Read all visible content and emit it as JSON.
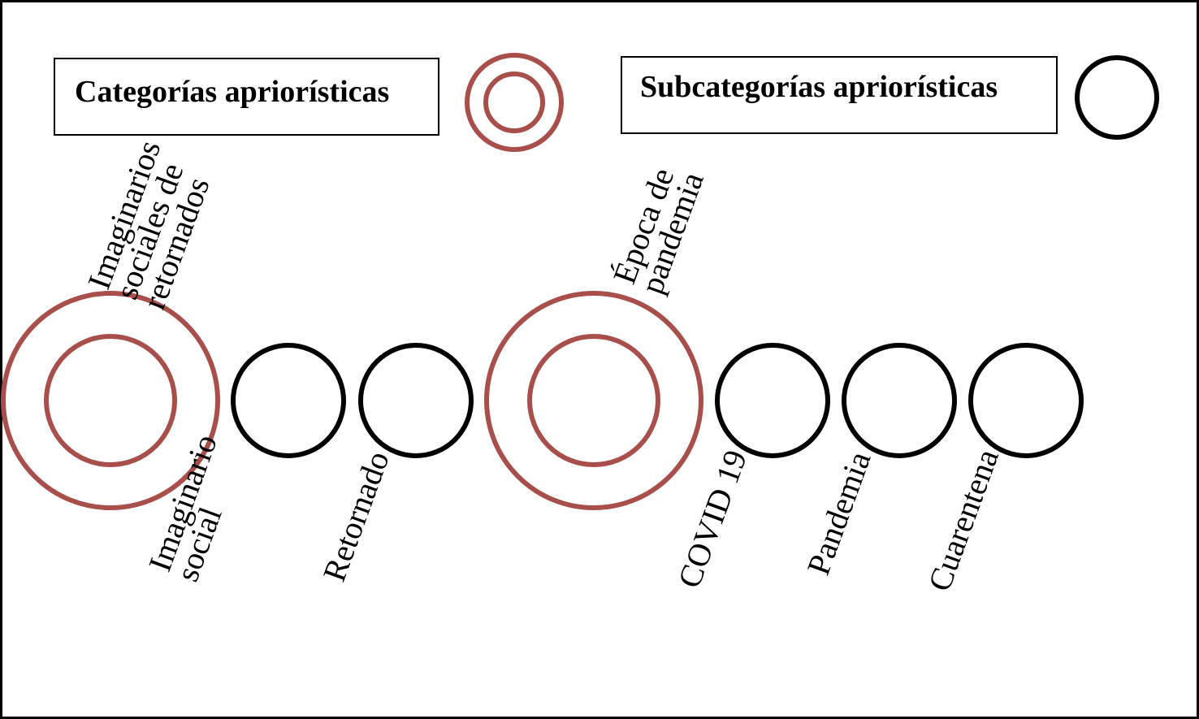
{
  "legend": {
    "category_label": "Categorías apriorísticas",
    "subcategory_label": "Subcategorías apriorísticas"
  },
  "colors": {
    "category": "#a84f4c",
    "subcategory": "#000000"
  },
  "categories": [
    {
      "label_lines": [
        "Imaginarios",
        "sociales de",
        "retornados"
      ],
      "subcategories": [
        {
          "label_lines": [
            "Imaginario",
            "social"
          ]
        },
        {
          "label_lines": [
            "Retornado"
          ]
        }
      ]
    },
    {
      "label_lines": [
        "Época de",
        "pandemia"
      ],
      "subcategories": [
        {
          "label_lines": [
            "COVID 19"
          ]
        },
        {
          "label_lines": [
            "Pandemia"
          ]
        },
        {
          "label_lines": [
            "Cuarentena"
          ]
        }
      ]
    }
  ]
}
